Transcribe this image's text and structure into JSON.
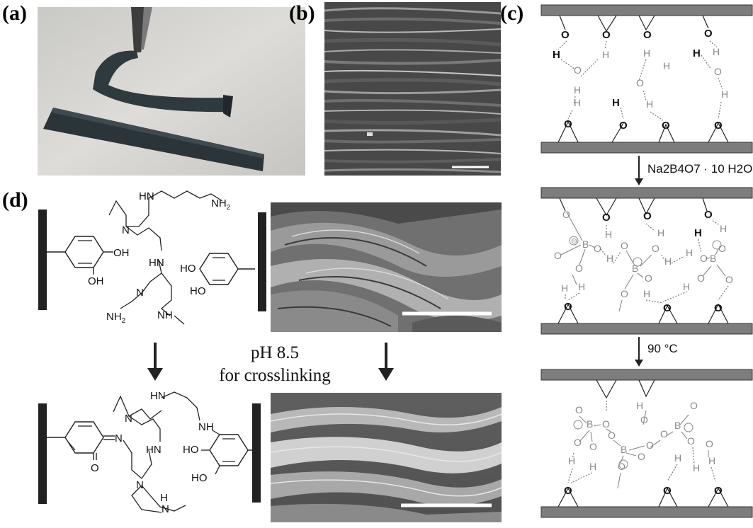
{
  "panel_labels": {
    "a": "(a)",
    "b": "(b)",
    "c": "(c)",
    "d": "(d)"
  },
  "panel_d": {
    "condition_line1": "pH  8.5",
    "condition_line2": "for crosslinking",
    "top_chem_labels": [
      "OH",
      "OH",
      "HN",
      "NH",
      "N",
      "HN",
      "N",
      "NH",
      "N",
      "HO",
      "HO"
    ],
    "bottom_chem_labels": [
      "N",
      "O",
      "HN",
      "N",
      "HN",
      "NH",
      "N",
      "N",
      "HO",
      "HO"
    ]
  },
  "panel_c": {
    "step1_reagent": "Na2B4O7 · 10 H2O",
    "step2_condition": "90 °C"
  },
  "colors": {
    "bar": "#7d7d7d",
    "dark_text": "#111111",
    "gray_text": "#8a8a8a"
  }
}
